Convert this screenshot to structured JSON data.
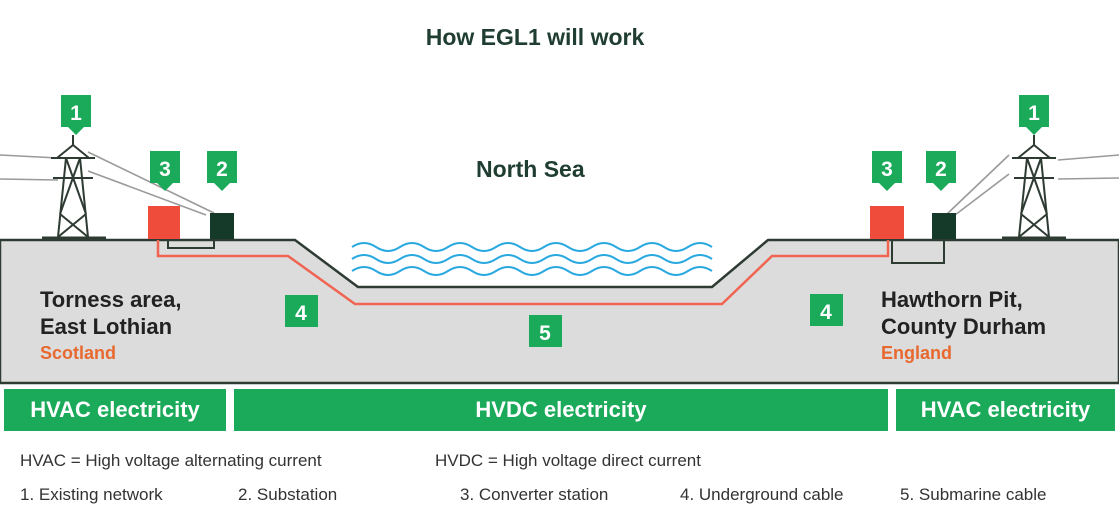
{
  "title": "How EGL1 will work",
  "sea_label": "North Sea",
  "badges": {
    "network": "1",
    "substation": "2",
    "converter": "3",
    "underground": "4",
    "submarine": "5"
  },
  "left_site": {
    "line1": "Torness area,",
    "line2": "East Lothian",
    "country": "Scotland"
  },
  "right_site": {
    "line1": "Hawthorn Pit,",
    "line2": "County Durham",
    "country": "England"
  },
  "bands": {
    "left": "HVAC electricity",
    "middle": "HVDC electricity",
    "right": "HVAC electricity"
  },
  "legend": {
    "hvac": "HVAC = High voltage alternating current",
    "hvdc": "HVDC = High voltage direct current",
    "items": [
      "1. Existing network",
      "2. Substation",
      "3. Converter station",
      "4. Underground cable",
      "5. Submarine cable"
    ]
  },
  "colors": {
    "green": "#1aaa5a",
    "converter": "#ef4c3c",
    "substation": "#163a2a",
    "cable": "#f06452",
    "ground": "#dcdcdc",
    "country": "#e8692f"
  }
}
